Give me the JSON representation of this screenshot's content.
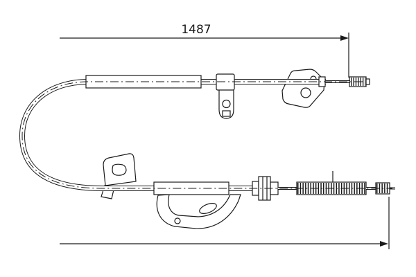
{
  "diagram": {
    "type": "technical-drawing",
    "subject": "parking-brake-cable",
    "colors": {
      "line": "#1a1a1a",
      "background": "#ffffff"
    },
    "dimensions": {
      "top": {
        "label": "1487"
      },
      "bottom": {
        "label": ""
      }
    },
    "parts": [
      "cable-loop",
      "outer-sleeve-upper",
      "clip-bracket",
      "mounting-bracket-right",
      "threaded-end-fitting",
      "mounting-bracket-left",
      "outer-sleeve-lower",
      "hanger-bracket",
      "adjuster",
      "coil-spring-section",
      "cable-end-fitting"
    ]
  }
}
